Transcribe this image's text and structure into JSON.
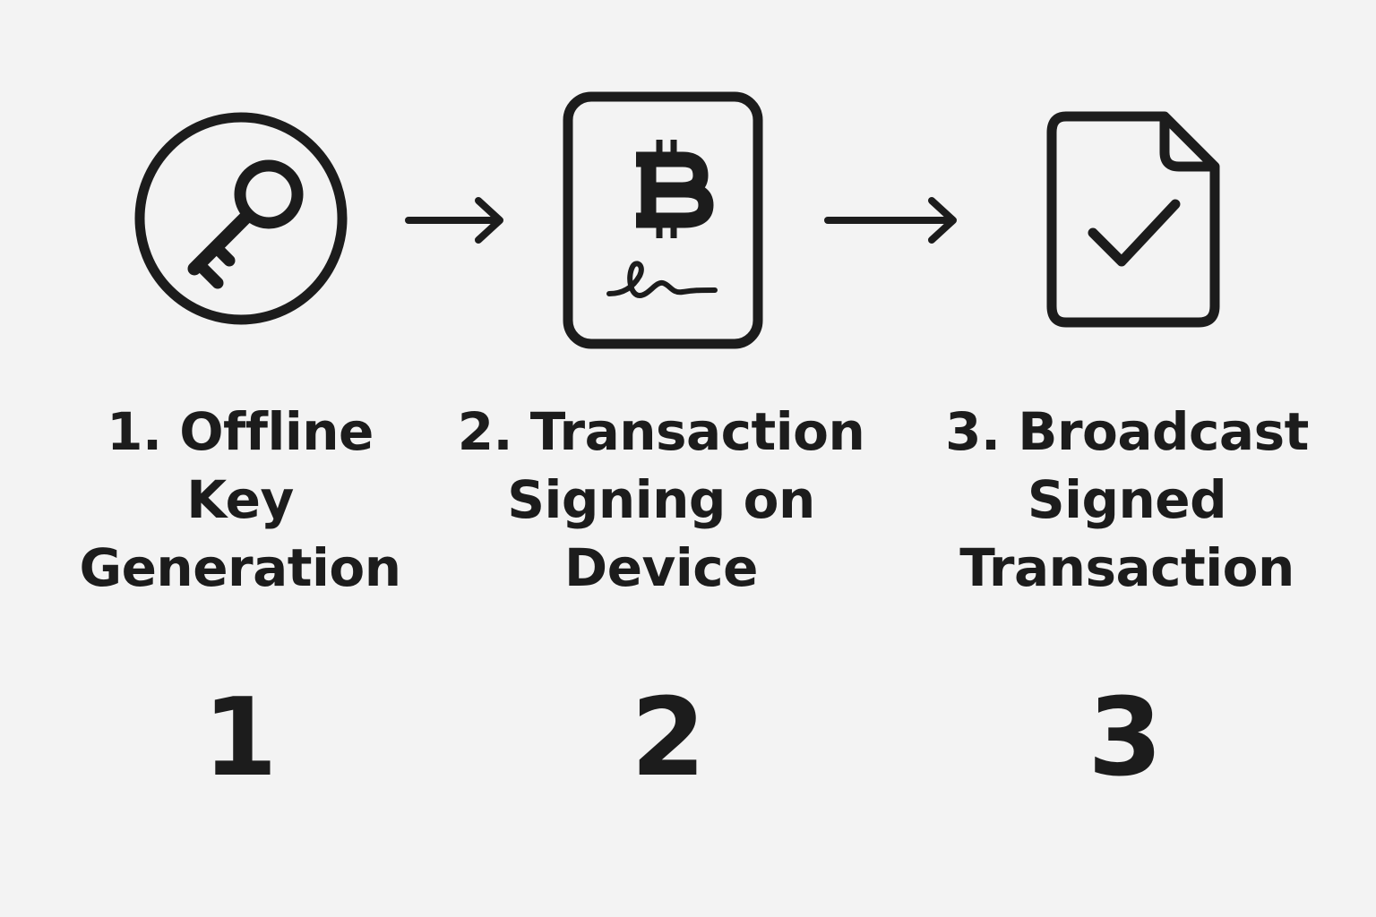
{
  "steps": [
    {
      "icon": "key-in-circle-icon",
      "label_lines": [
        "1. Offline",
        "Key",
        "Generation"
      ],
      "number": "1"
    },
    {
      "icon": "bitcoin-signed-document-icon",
      "label_lines": [
        "2. Transaction",
        "Signing on",
        "Device"
      ],
      "number": "2"
    },
    {
      "icon": "document-check-icon",
      "label_lines": [
        "3. Broadcast",
        "Signed",
        "Transaction"
      ],
      "number": "3"
    }
  ],
  "connectors": [
    "right-arrow-icon",
    "right-arrow-icon"
  ],
  "colors": {
    "background": "#f3f3f3",
    "ink": "#1c1c1c"
  }
}
